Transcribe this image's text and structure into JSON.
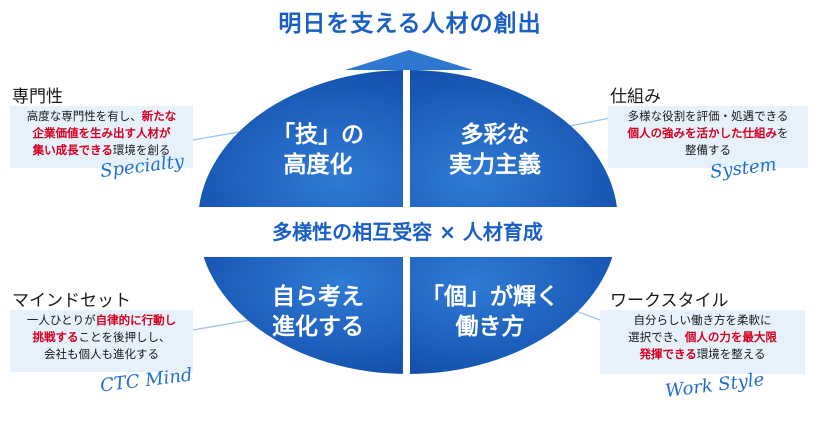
{
  "header": {
    "title": "明日を支える人材の創出"
  },
  "quadrants": {
    "top_left": {
      "line1": "「技」の",
      "line2": "高度化"
    },
    "top_right": {
      "line1": "多彩な",
      "line2": "実力主義"
    },
    "bottom_left": {
      "line1": "自ら考え",
      "line2": "進化する"
    },
    "bottom_right": {
      "line1": "「個」が輝く",
      "line2": "働き方"
    }
  },
  "center": {
    "text": "多様性の相互受容 × 人材育成"
  },
  "specialty": {
    "title": "専門性",
    "l1": "高度な専門性を有し、",
    "l1_hl": "新たな",
    "l2_hl": "企業価値を生み出す人材が",
    "l3_hl": "集い成長できる",
    "l3": "環境を創る",
    "script": "Specialty"
  },
  "system": {
    "title": "仕組み",
    "l1": "多様な役割を評価・処遇できる",
    "l2_hl": "個人の強みを活かした仕組み",
    "l2": "を",
    "l3": "整備する",
    "script": "System"
  },
  "mindset": {
    "title": "マインドセット",
    "l1": "一人ひとりが",
    "l1_hl": "自律的に行動し",
    "l2_hl": "挑戦する",
    "l2": "ことを後押しし、",
    "l3": "会社も個人も進化する",
    "script": "CTC Mind"
  },
  "workstyle": {
    "title": "ワークスタイル",
    "l1": "自分らしい働き方を柔軟に",
    "l2": "選択でき、",
    "l2_hl": "個人の力を最大限",
    "l3_hl": "発揮できる",
    "l3": "環境を整える",
    "script": "Work Style"
  },
  "colors": {
    "primary": "#1f5fbf",
    "accent_text": "#d4001f",
    "box_bg": "#e6f1fb"
  }
}
